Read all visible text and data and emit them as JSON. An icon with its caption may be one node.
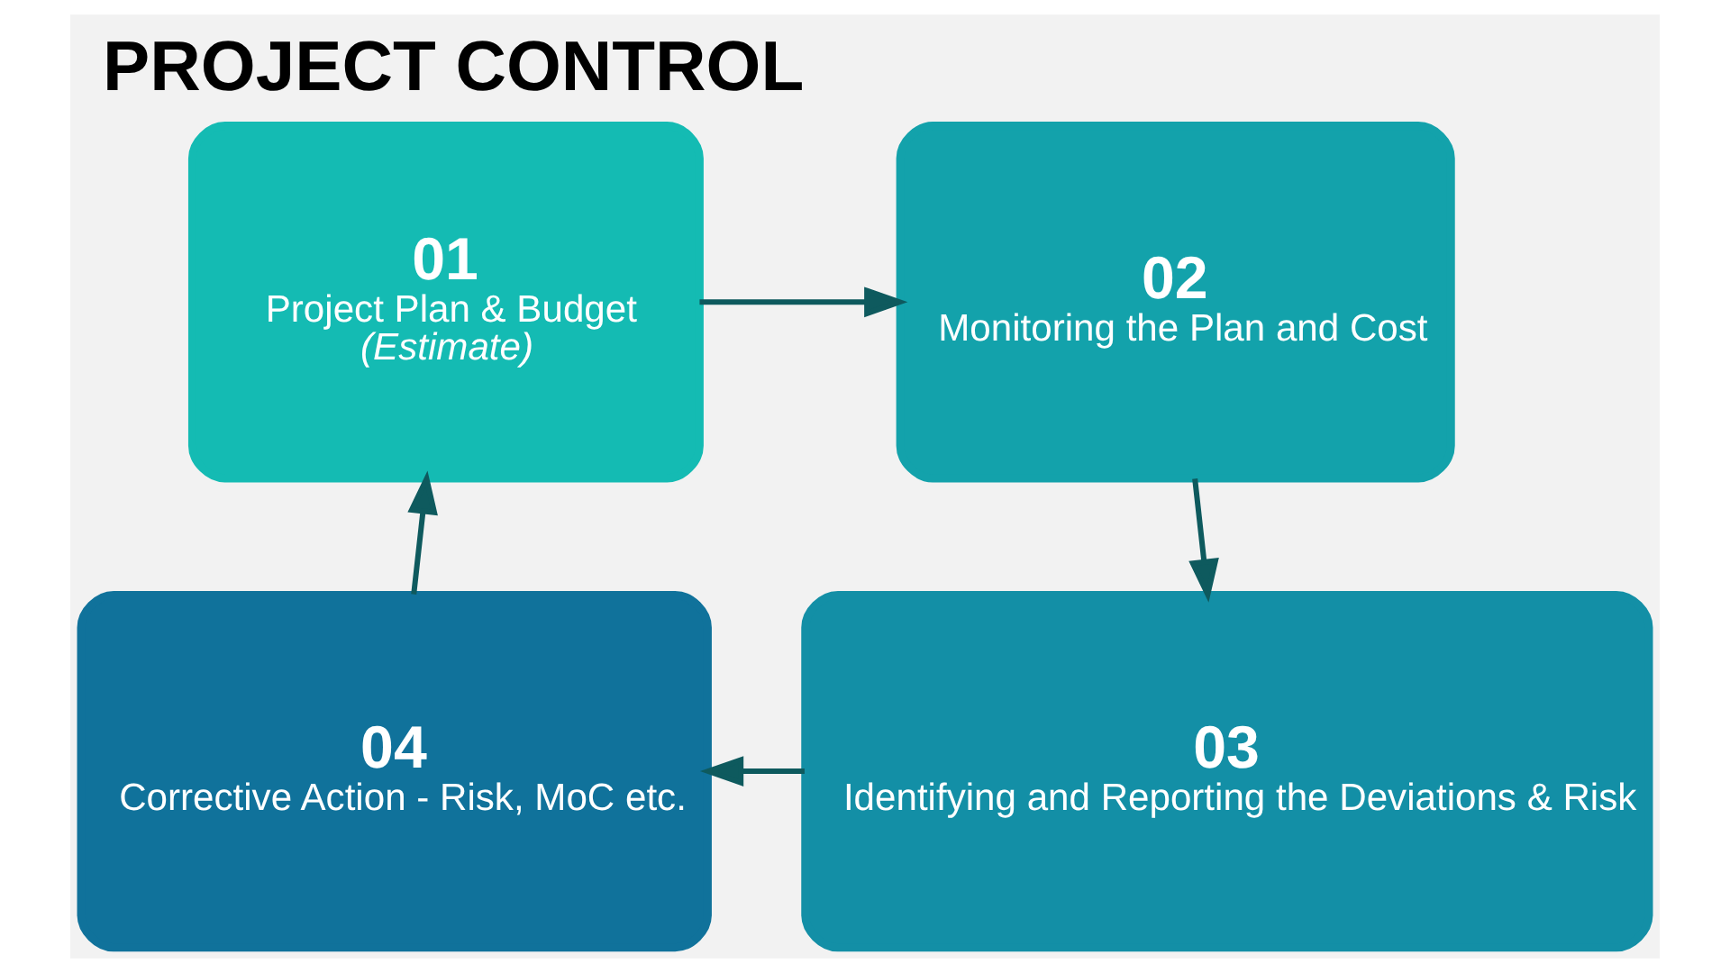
{
  "diagram": {
    "title": "PROJECT CONTROL",
    "nodes": [
      {
        "text": [
          "01",
          "Project Plan & Budget",
          "(Estimate)"
        ]
      },
      {
        "text": [
          "02",
          "Monitoring the Plan and Cost"
        ]
      },
      {
        "text": [
          "03",
          "Identifying and Reporting the Deviations & Risk"
        ]
      },
      {
        "text": [
          "04",
          "Corrective Action - Risk, MoC etc."
        ]
      }
    ],
    "edges": [
      {
        "from": 0,
        "to": 1,
        "arrow": "to"
      },
      {
        "from": 1,
        "to": 2,
        "arrow": "to"
      },
      {
        "from": 2,
        "to": 3,
        "arrow": "to"
      },
      {
        "from": 3,
        "to": 0,
        "arrow": "to"
      }
    ]
  }
}
